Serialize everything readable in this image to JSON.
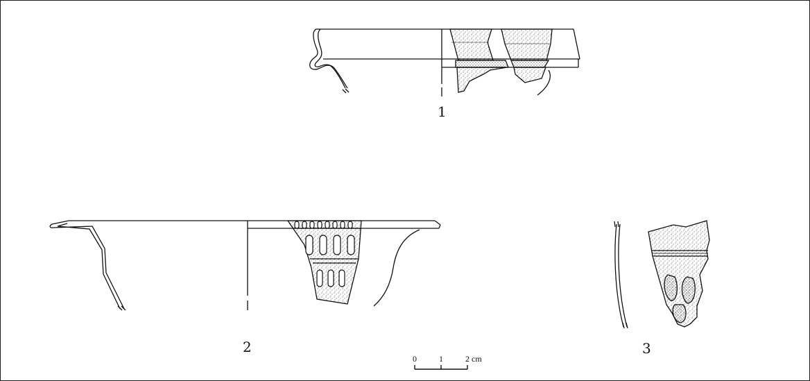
{
  "figures": [
    {
      "id": "1",
      "label": "1"
    },
    {
      "id": "2",
      "label": "2"
    },
    {
      "id": "3",
      "label": "3"
    }
  ],
  "scale_bar": {
    "ticks": [
      "0",
      "1",
      "2 cm"
    ]
  },
  "colors": {
    "ink": "#111111",
    "background": "#ffffff"
  }
}
